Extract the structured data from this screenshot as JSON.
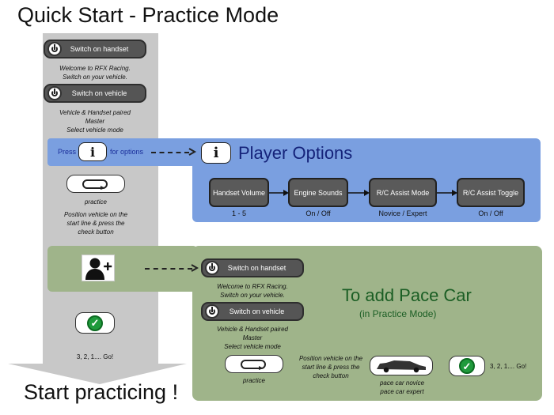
{
  "title": "Quick Start - Practice Mode",
  "footer": "Start practicing !",
  "flow": {
    "switch_handset": "Switch on handset",
    "welcome_caption": [
      "Welcome to RFX Racing.",
      "Switch on your vehicle."
    ],
    "switch_vehicle": "Switch on vehicle",
    "paired_caption": [
      "Vehicle & Handset paired",
      "Master",
      "Select vehicle mode"
    ],
    "press_label": "Press",
    "info_glyph": "i",
    "options_label": "for options",
    "practice_label": "practice",
    "position_caption": [
      "Position vehicle on the",
      "start line & press the",
      "check button"
    ],
    "countdown": "3, 2, 1....  Go!",
    "add_user_icon": "person-plus-icon",
    "check_icon": "check-icon"
  },
  "player_options": {
    "title": "Player Options",
    "items": [
      {
        "label": "Handset Volume",
        "value": "1 - 5"
      },
      {
        "label": "Engine Sounds",
        "value": "On / Off"
      },
      {
        "label": "R/C Assist Mode",
        "value": "Novice / Expert"
      },
      {
        "label": "R/C Assist Toggle",
        "value": "On / Off"
      }
    ]
  },
  "pace_car": {
    "title": "To add Pace Car",
    "subtitle": "(in Practice Mode)",
    "switch_handset": "Switch on handset",
    "welcome_caption": [
      "Welcome to RFX Racing.",
      "Switch on your vehicle."
    ],
    "switch_vehicle": "Switch on vehicle",
    "paired_caption": [
      "Vehicle & Handset paired",
      "Master",
      "Select vehicle mode"
    ],
    "practice_label": "practice",
    "position_caption": [
      "Position vehicle on the",
      "start line & press the",
      "check button"
    ],
    "car_caption": [
      "pace car novice",
      "pace car expert"
    ],
    "countdown": "3, 2, 1....  Go!",
    "car_icon": "race-car-icon"
  },
  "colors": {
    "blue_panel": "#7a9fe0",
    "green_panel": "#9fb48a",
    "grey_arrow": "#c8c8c8",
    "dark_button": "#555555",
    "check_green": "#1f9a3c"
  }
}
